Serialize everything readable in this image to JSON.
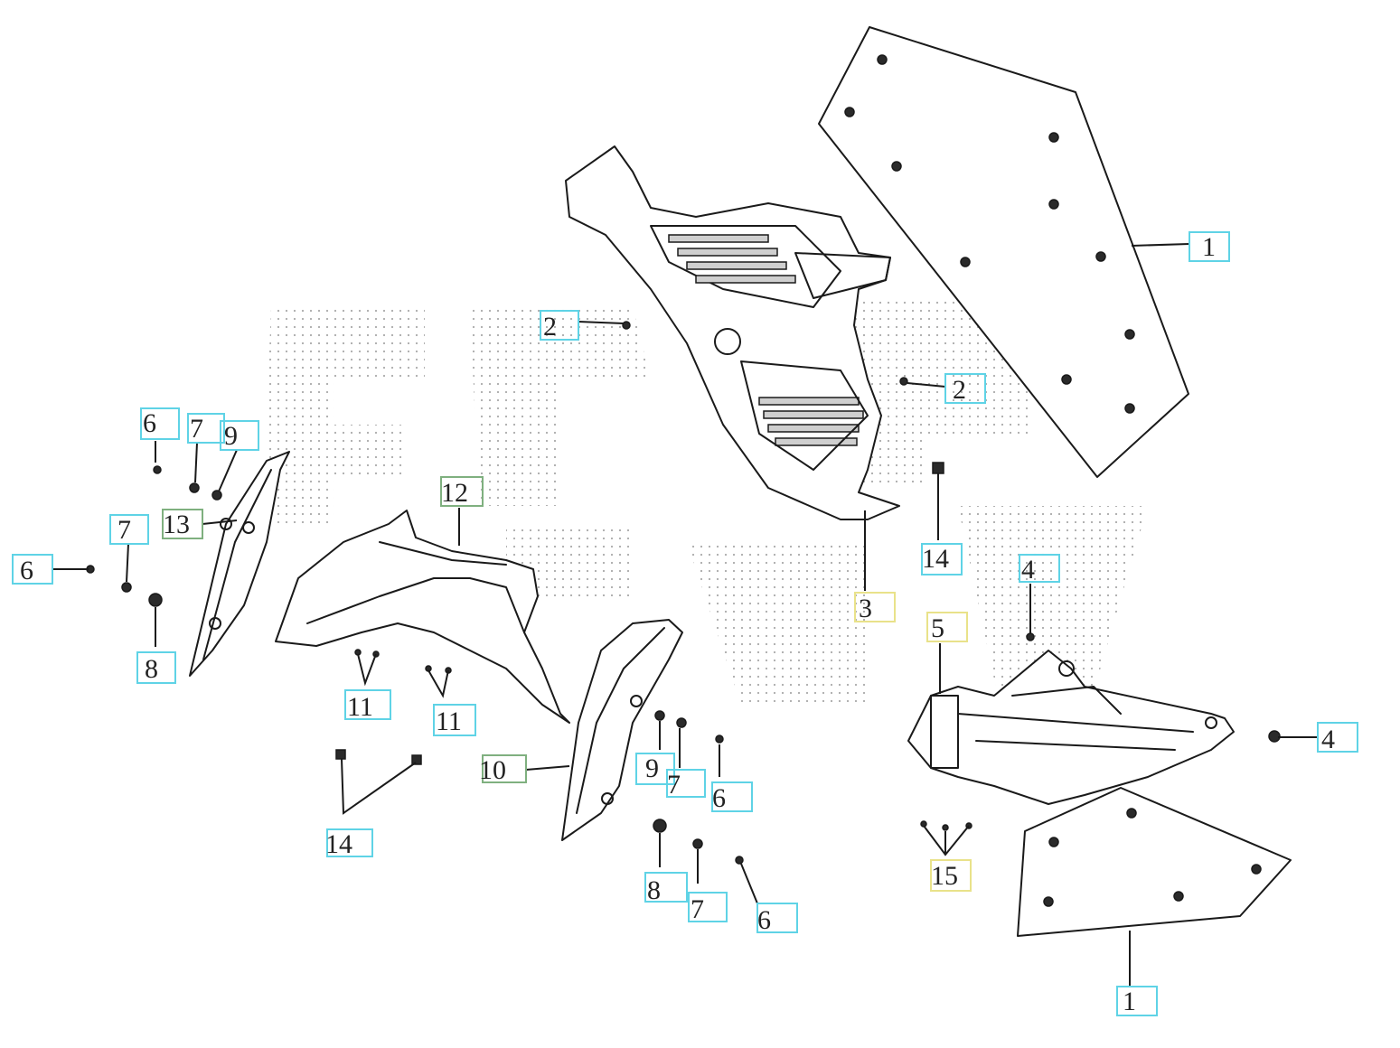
{
  "callouts": [
    {
      "id": "c1",
      "label": "1",
      "box": "cyan"
    },
    {
      "id": "c2",
      "label": "2",
      "box": "cyan"
    },
    {
      "id": "c3",
      "label": "2",
      "box": "cyan"
    },
    {
      "id": "c4",
      "label": "3",
      "box": "yellow"
    },
    {
      "id": "c5",
      "label": "14",
      "box": "cyan"
    },
    {
      "id": "c6",
      "label": "4",
      "box": "cyan"
    },
    {
      "id": "c7",
      "label": "5",
      "box": "yellow"
    },
    {
      "id": "c8",
      "label": "4",
      "box": "cyan"
    },
    {
      "id": "c9",
      "label": "15",
      "box": "yellow"
    },
    {
      "id": "c10",
      "label": "1",
      "box": "cyan"
    },
    {
      "id": "c11",
      "label": "6",
      "box": "cyan"
    },
    {
      "id": "c12",
      "label": "7",
      "box": "cyan"
    },
    {
      "id": "c13",
      "label": "9",
      "box": "cyan"
    },
    {
      "id": "c14",
      "label": "13",
      "box": "green"
    },
    {
      "id": "c15",
      "label": "7",
      "box": "cyan"
    },
    {
      "id": "c16",
      "label": "6",
      "box": "cyan"
    },
    {
      "id": "c17",
      "label": "8",
      "box": "cyan"
    },
    {
      "id": "c18",
      "label": "12",
      "box": "green"
    },
    {
      "id": "c19",
      "label": "11",
      "box": "cyan"
    },
    {
      "id": "c20",
      "label": "11",
      "box": "cyan"
    },
    {
      "id": "c21",
      "label": "14",
      "box": "cyan"
    },
    {
      "id": "c22",
      "label": "10",
      "box": "green"
    },
    {
      "id": "c23",
      "label": "9",
      "box": "cyan"
    },
    {
      "id": "c24",
      "label": "7",
      "box": "cyan"
    },
    {
      "id": "c25",
      "label": "6",
      "box": "cyan"
    },
    {
      "id": "c26",
      "label": "8",
      "box": "cyan"
    },
    {
      "id": "c27",
      "label": "7",
      "box": "cyan"
    },
    {
      "id": "c28",
      "label": "6",
      "box": "cyan"
    }
  ],
  "colors": {
    "cyan": "#5fd3e6",
    "yellow": "#e9e28a",
    "green": "#7fb07f",
    "ink": "#1a1a1a",
    "watermark": "#9a9a9a"
  }
}
